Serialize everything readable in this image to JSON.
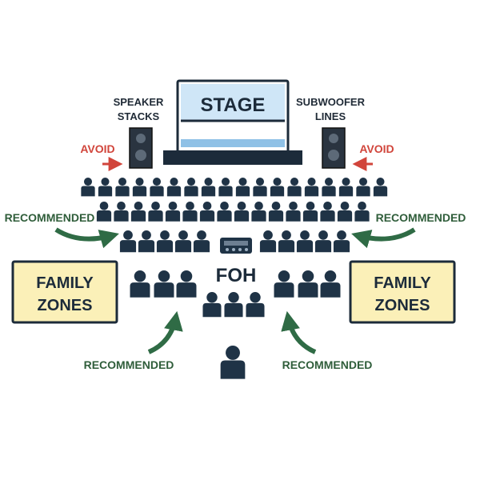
{
  "stage": {
    "title": "STAGE"
  },
  "speaker_stacks": {
    "line1": "SPEAKER",
    "line2": "STACKS"
  },
  "subwoofer_lines": {
    "line1": "SUBWOOFER",
    "line2": "LINES"
  },
  "avoid_left": "AVOID",
  "avoid_right": "AVOID",
  "recommended_left": "RECOMMENDED",
  "recommended_right": "RECOMMENDED",
  "recommended_bottom_left": "RECOMMENDED",
  "recommended_bottom_right": "RECOMMENDED",
  "family_zone_left": {
    "line1": "FAMILY",
    "line2": "ZONES"
  },
  "family_zone_right": {
    "line1": "FAMILY",
    "line2": "ZONES"
  },
  "foh": "FOH",
  "colors": {
    "person": "#1f3346",
    "stage_screen": "#cfe6f7",
    "stage_stripe": "#8fc1e6",
    "zone_fill": "#fbf0b8",
    "avoid_red": "#d1453b",
    "recommended_green": "#2f6b45"
  }
}
